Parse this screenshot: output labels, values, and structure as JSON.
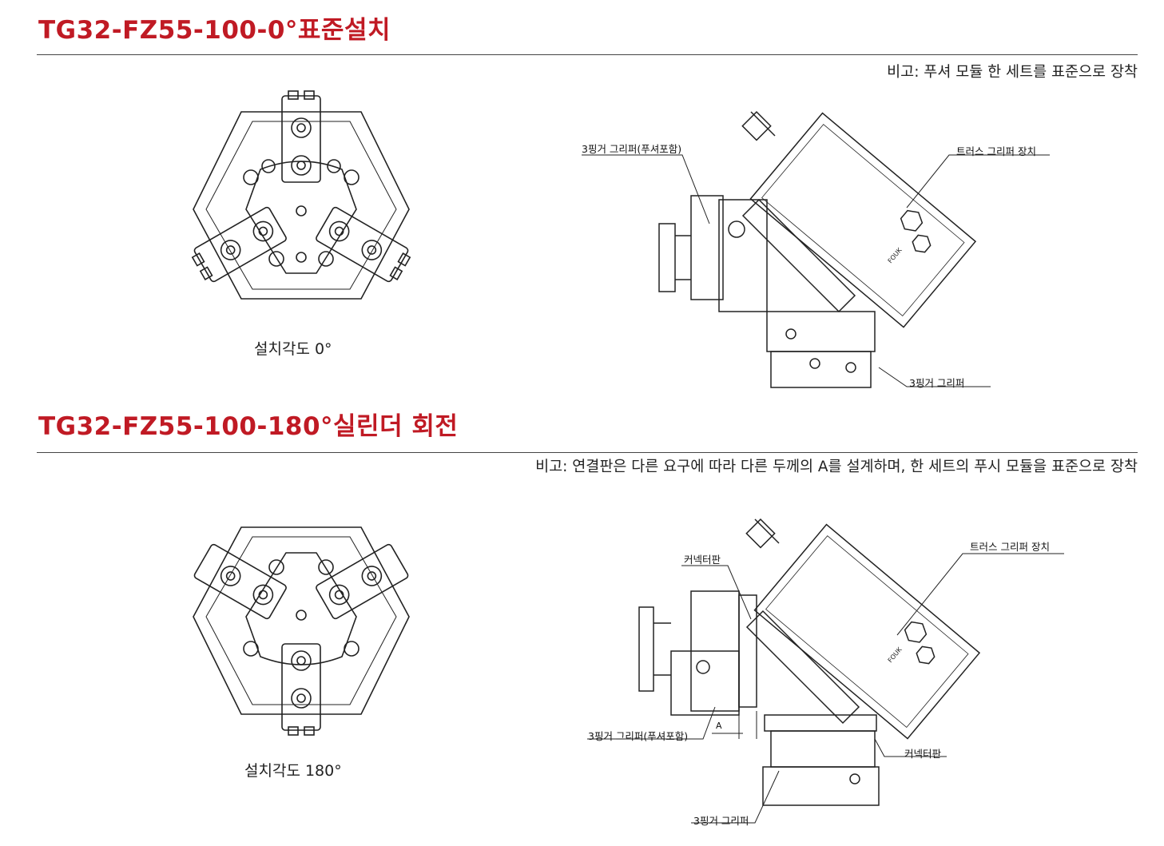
{
  "section1": {
    "title": "TG32-FZ55-100-0°표준설치",
    "remark": "비고: 푸셔 모듈 한 세트를 표준으로 장착",
    "caption": "설치각도 0°",
    "labels": {
      "gripper_pusher": "3핑거 그리퍼(푸셔포함)",
      "truss_device": "트러스 그리퍼 장치",
      "gripper": "3핑거 그리퍼"
    }
  },
  "section2": {
    "title": "TG32-FZ55-100-180°실린더 회전",
    "remark": "비고: 연결판은 다른 요구에 따라 다른 두께의 A를 설계하며, 한 세트의 푸시 모듈을 표준으로 장착",
    "caption": "설치각도 180°",
    "labels": {
      "connector_top": "커넥터판",
      "truss_device": "트러스 그리퍼 장치",
      "gripper_pusher": "3핑거 그리퍼(푸셔포함)",
      "dim_a": "A",
      "connector_right": "커넥터판",
      "gripper": "3핑거 그리퍼"
    }
  },
  "colors": {
    "title": "#c01a24",
    "line": "#222222"
  }
}
